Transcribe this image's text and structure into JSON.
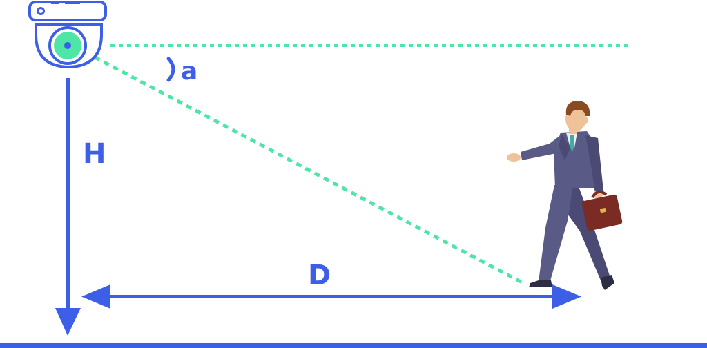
{
  "diagram": {
    "labels": {
      "height": "H",
      "distance": "D",
      "angle": "a"
    },
    "colors": {
      "primary_blue": "#3d5ee6",
      "sight_green": "#4ee6a6",
      "suit": "#5a5a86",
      "suit_shadow": "#4a4a74",
      "skin": "#f0c29a",
      "hair": "#8a4a22",
      "briefcase": "#7a2c24",
      "shoe": "#2d2d44",
      "shirt": "#e8f4f4",
      "tie": "#4aa8a0"
    },
    "icons": {
      "camera": "dome-camera-icon",
      "person": "businessman-figure"
    }
  }
}
